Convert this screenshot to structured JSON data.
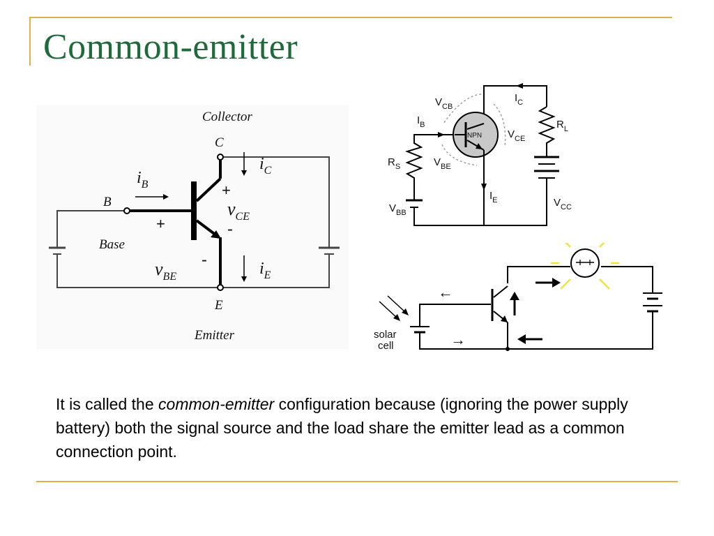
{
  "slide": {
    "title": "Common-emitter",
    "body_prefix": "It is called the ",
    "body_emphasis": "common-emitter",
    "body_suffix": " configuration because (ignoring the power supply battery) both the signal source and the load share the emitter lead as a common connection point."
  },
  "diagram1": {
    "collector_label": "Collector",
    "emitter_label": "Emitter",
    "base_label": "Base",
    "c": "C",
    "e": "E",
    "b": "B",
    "ib_main": "i",
    "ib_sub": "B",
    "ic_main": "i",
    "ic_sub": "C",
    "ie_main": "i",
    "ie_sub": "E",
    "vce_main": "v",
    "vce_sub": "CE",
    "vbe_main": "v",
    "vbe_sub": "BE",
    "plus": "+",
    "minus": "-"
  },
  "diagram2": {
    "npn": "NPN",
    "vcb": "V",
    "vcb_sub": "CB",
    "vce": "V",
    "vce_sub": "CE",
    "vbe": "V",
    "vbe_sub": "BE",
    "ic": "I",
    "ic_sub": "C",
    "ib": "I",
    "ib_sub": "B",
    "ie": "I",
    "ie_sub": "E",
    "rl": "R",
    "rl_sub": "L",
    "rs": "R",
    "rs_sub": "S",
    "vcc": "V",
    "vcc_sub": "CC",
    "vbb": "V",
    "vbb_sub": "BB"
  },
  "diagram3": {
    "solar_line1": "solar",
    "solar_line2": "cell",
    "arrow_left": "←",
    "arrow_right": "→"
  },
  "colors": {
    "title": "#1e6a3a",
    "rule": "#e0b050",
    "transistor_fill": "#c8c8c8",
    "lamp_glow": "#f0e040",
    "dashed_arrows": "#a0a0a0"
  }
}
